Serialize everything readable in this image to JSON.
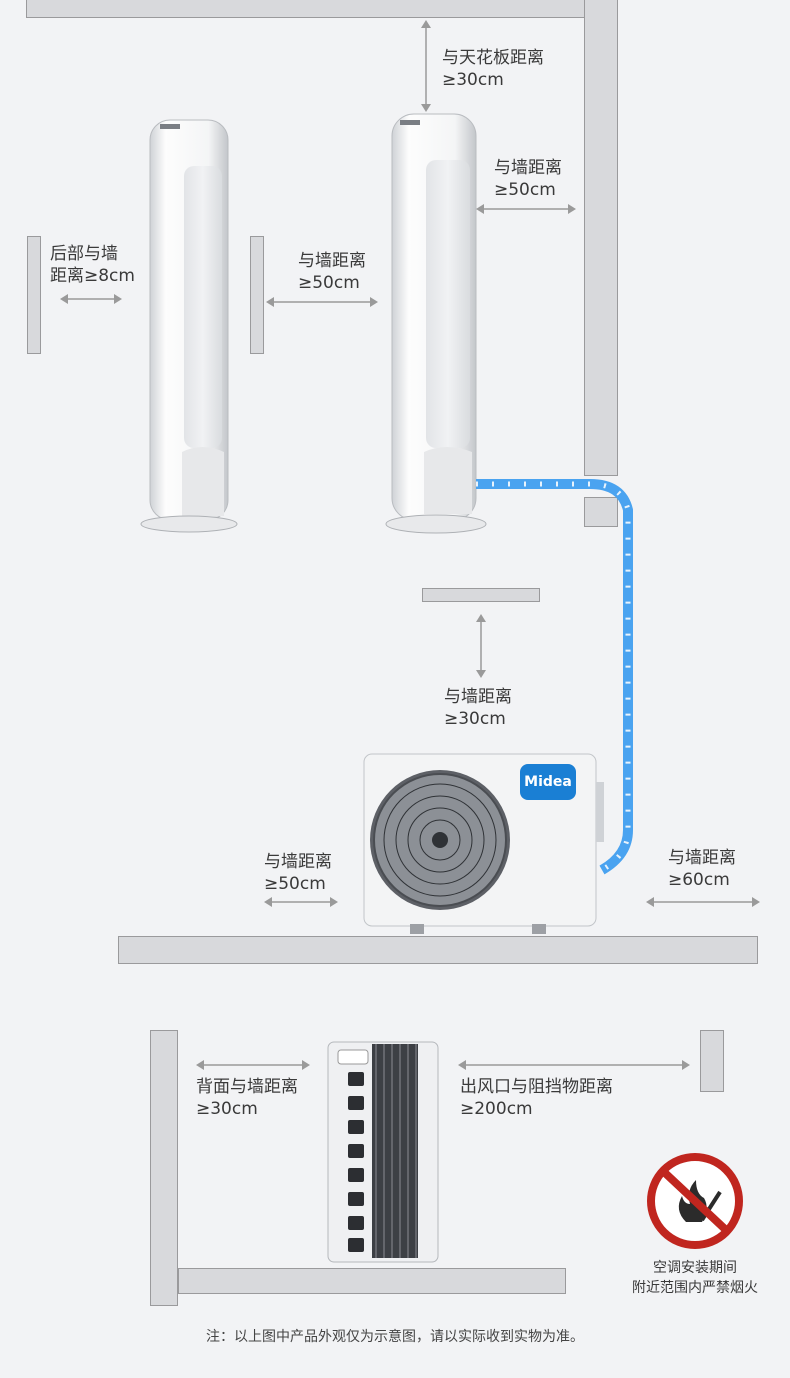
{
  "labels": {
    "ceiling": {
      "line1": "与天花板距离",
      "line2": "≥30cm"
    },
    "rear_wall": {
      "line1": "后部与墙",
      "line2": "距离≥8cm"
    },
    "side_wall_left": {
      "line1": "与墙距离",
      "line2": "≥50cm"
    },
    "side_wall_right": {
      "line1": "与墙距离",
      "line2": "≥50cm"
    },
    "outdoor_top": {
      "line1": "与墙距离",
      "line2": "≥30cm"
    },
    "outdoor_left": {
      "line1": "与墙距离",
      "line2": "≥50cm"
    },
    "outdoor_right": {
      "line1": "与墙距离",
      "line2": "≥60cm"
    },
    "back_wall": {
      "line1": "背面与墙距离",
      "line2": "≥30cm"
    },
    "outlet": {
      "line1": "出风口与阻挡物距离",
      "line2": "≥200cm"
    }
  },
  "warning": {
    "line1": "空调安装期间",
    "line2": "附近范围内严禁烟火"
  },
  "brand": {
    "name": "Midea"
  },
  "footnote": "注：以上图中产品外观仅为示意图，请以实际收到实物为准。",
  "colors": {
    "pipe": "#4aa3f0",
    "brand_blue": "#1a7fd4",
    "warning_red": "#c0261f",
    "wall": "#d8d9dc"
  }
}
